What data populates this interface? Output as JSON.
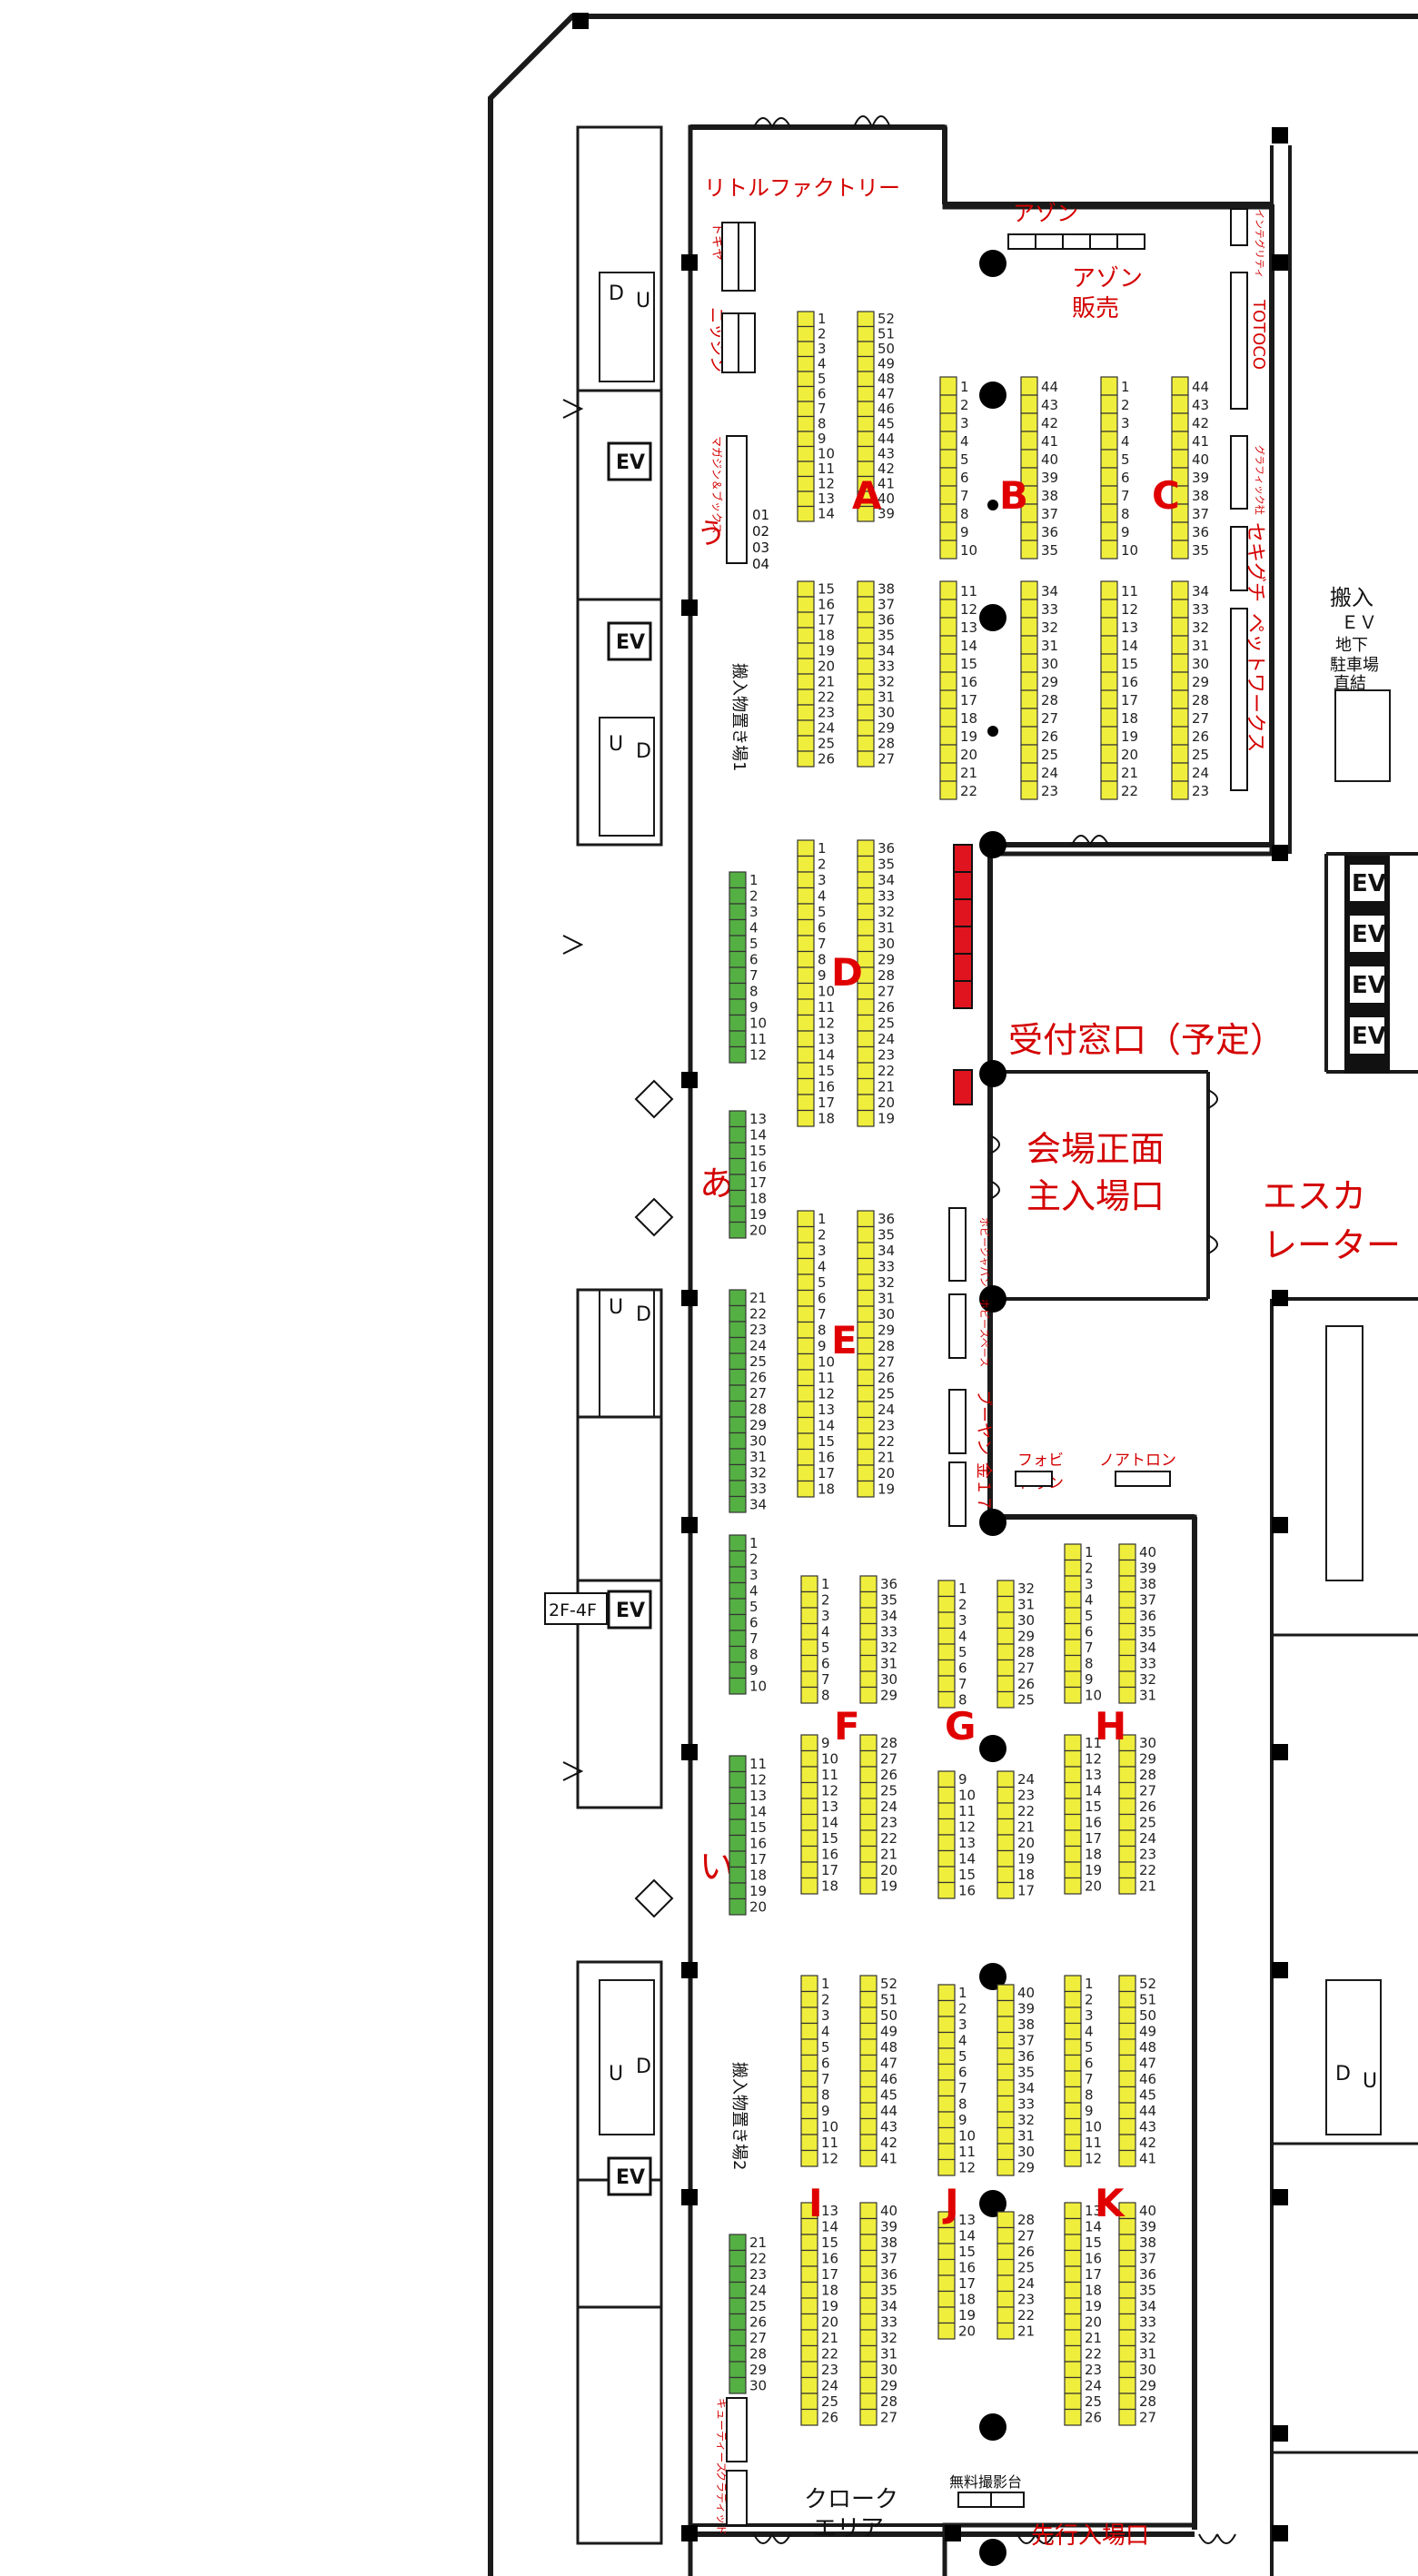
{
  "colors": {
    "wall": "#1a1a1a",
    "booth_yellow": "#f0ee3c",
    "booth_green": "#55b043",
    "booth_red": "#e0141e",
    "label_red": "#d40000",
    "block_red": "#e00000",
    "booth_number": "#222222",
    "pillar": "#000000"
  },
  "labels": {
    "little_factory": "リトルファクトリー",
    "azon": "アゾン",
    "azon_sales_1": "アゾン",
    "azon_sales_2": "販売",
    "integrity": "インテグリティ",
    "totoco": "TOTOCO",
    "graphic": "グラフィック社",
    "sekiguchi": "セキグチ",
    "petworks": "ペットワークス",
    "nissin": "ニッシン",
    "tokiya": "トキヤ",
    "magazine": "マガジン＆ブックス",
    "u": "う",
    "a": "あ",
    "i": "い",
    "storage1": "搬入物置き場1",
    "storage2": "搬入物置き場2",
    "reception": "受付窓口（予定）",
    "main_entrance_1": "会場正面",
    "main_entrance_2": "主入場口",
    "escalator_1": "エスカ",
    "escalator_2": "レーター",
    "carry_ev_1": "搬入",
    "carry_ev_2": "ＥＶ",
    "carry_ev_3": "地下",
    "carry_ev_4": "駐車場",
    "carry_ev_5": "直結",
    "cloak_1": "クローク",
    "cloak_2": "エリア",
    "early_entrance": "先行入場口",
    "free_photo": "無料撮影台",
    "ev": "EV",
    "floor_ev": "2F-4F",
    "stair_d": "D",
    "stair_u": "U",
    "hobby_japan": "ホビージャパン",
    "hobby_sp": "ホビースペース",
    "buyan": "ブーヤン",
    "kin": "金１７",
    "foebi": "フォビ",
    "dun": "ドゥン",
    "neutral": "ノアトロン",
    "cuties": "キューティーズ",
    "clad": "クラディッド",
    "block_a": "A",
    "block_b": "B",
    "block_c": "C",
    "block_d": "D",
    "block_e": "E",
    "block_f": "F",
    "block_g": "G",
    "block_h": "H",
    "block_i": "I",
    "block_j": "J",
    "block_k": "K",
    "u_booths": [
      "01",
      "02",
      "03",
      "04"
    ]
  }
}
